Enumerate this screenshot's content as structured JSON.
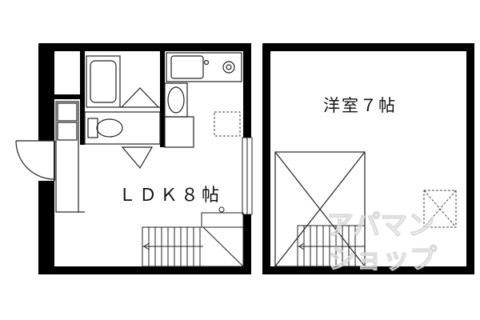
{
  "floors": [
    {
      "room_label": "ＬＤＫ８帖"
    },
    {
      "room_label": "洋室７帖"
    }
  ],
  "watermark": {
    "line1": "アパマン",
    "line2": "ショップ"
  },
  "colors": {
    "wall": "#000000",
    "line": "#222222",
    "background": "#ffffff",
    "watermark": "#d9d9d9"
  }
}
